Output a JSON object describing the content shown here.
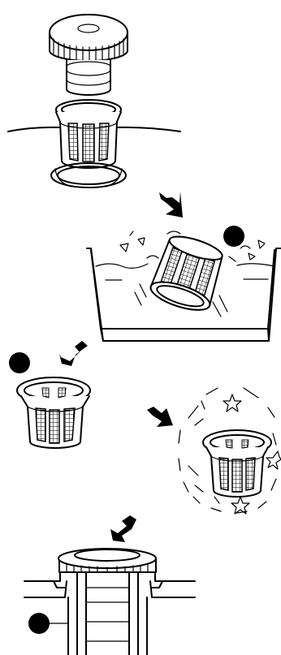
{
  "title": "",
  "steps": [
    {
      "id": 1,
      "name": "remove-filter"
    },
    {
      "id": 2,
      "name": "soak-filter-in-water"
    },
    {
      "id": 3,
      "name": "let-filter-dry"
    },
    {
      "id": 4,
      "name": "clean-filter"
    },
    {
      "id": 5,
      "name": "reinstall-cap"
    }
  ],
  "colors": {
    "ink": "#000000",
    "paper": "#ffffff"
  },
  "icons": [
    "arrow-icon",
    "bullet-dot-icon",
    "sparkle-star-icon"
  ]
}
